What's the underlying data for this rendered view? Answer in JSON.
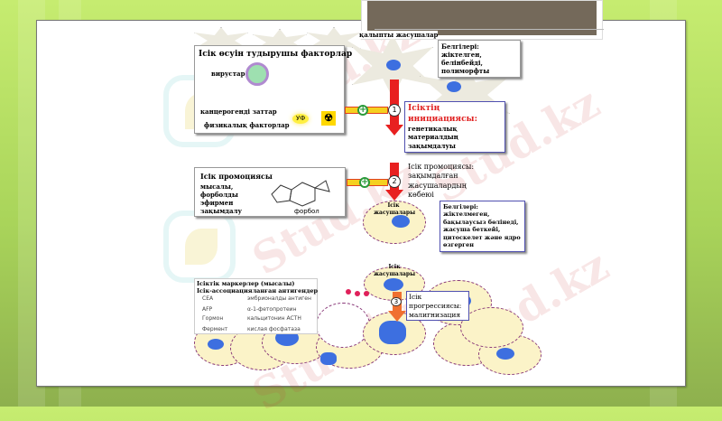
{
  "watermark": "Stud.kz",
  "diagram": {
    "normal_cells_label": "қалыпты жасушалар",
    "normal_signs": "Белгілері: жіктелген, белінбейді, полиморфты",
    "factors_title": "Ісік өсуін тудырушы факторлар",
    "viruses": "вирустар",
    "carcinogens": "канцерогенді заттар",
    "physical": "физикалық факторлар",
    "uv": "УФ",
    "radiation_icon": "radiation-icon",
    "step1": "1",
    "initiation_title": "Ісіктің инициациясы:",
    "initiation_text": "генетикалық материалдың зақымдалуы",
    "promotion_box_title": "Ісік промоциясы",
    "promotion_box_text": "мысалы, форболды эфирмен зақымдалу",
    "phorbol": "форбол",
    "step2": "2",
    "promotion_title": "Ісік промоциясы:",
    "promotion_text": "зақымдалған жасушалардың көбеюі",
    "tumor_cells_1": "Ісік жасушалары",
    "tumor_signs": "Белгілері: жіктелмеген, бақылаусыз бөлінеді, жасуша беткейі, цитоскелет және ядро өзгерген",
    "tumor_cells_2": "Ісік жасушалары",
    "markers_title": "Ісіктік маркерлер (мысалы)",
    "markers_subtitle": "Ісік-ассоциацияланған антигендер",
    "markers": [
      {
        "name": "CEA",
        "value": "эмбрионалды антиген"
      },
      {
        "name": "AFP",
        "value": "α-1-фетопротеин"
      },
      {
        "name": "Гормон",
        "value": "кальцитонин ACTH"
      },
      {
        "name": "Фермент",
        "value": "кислая фосфатаза"
      }
    ],
    "step3": "3",
    "progression_title": "Ісік прогрессиясы:",
    "progression_text": "малигнизация"
  }
}
